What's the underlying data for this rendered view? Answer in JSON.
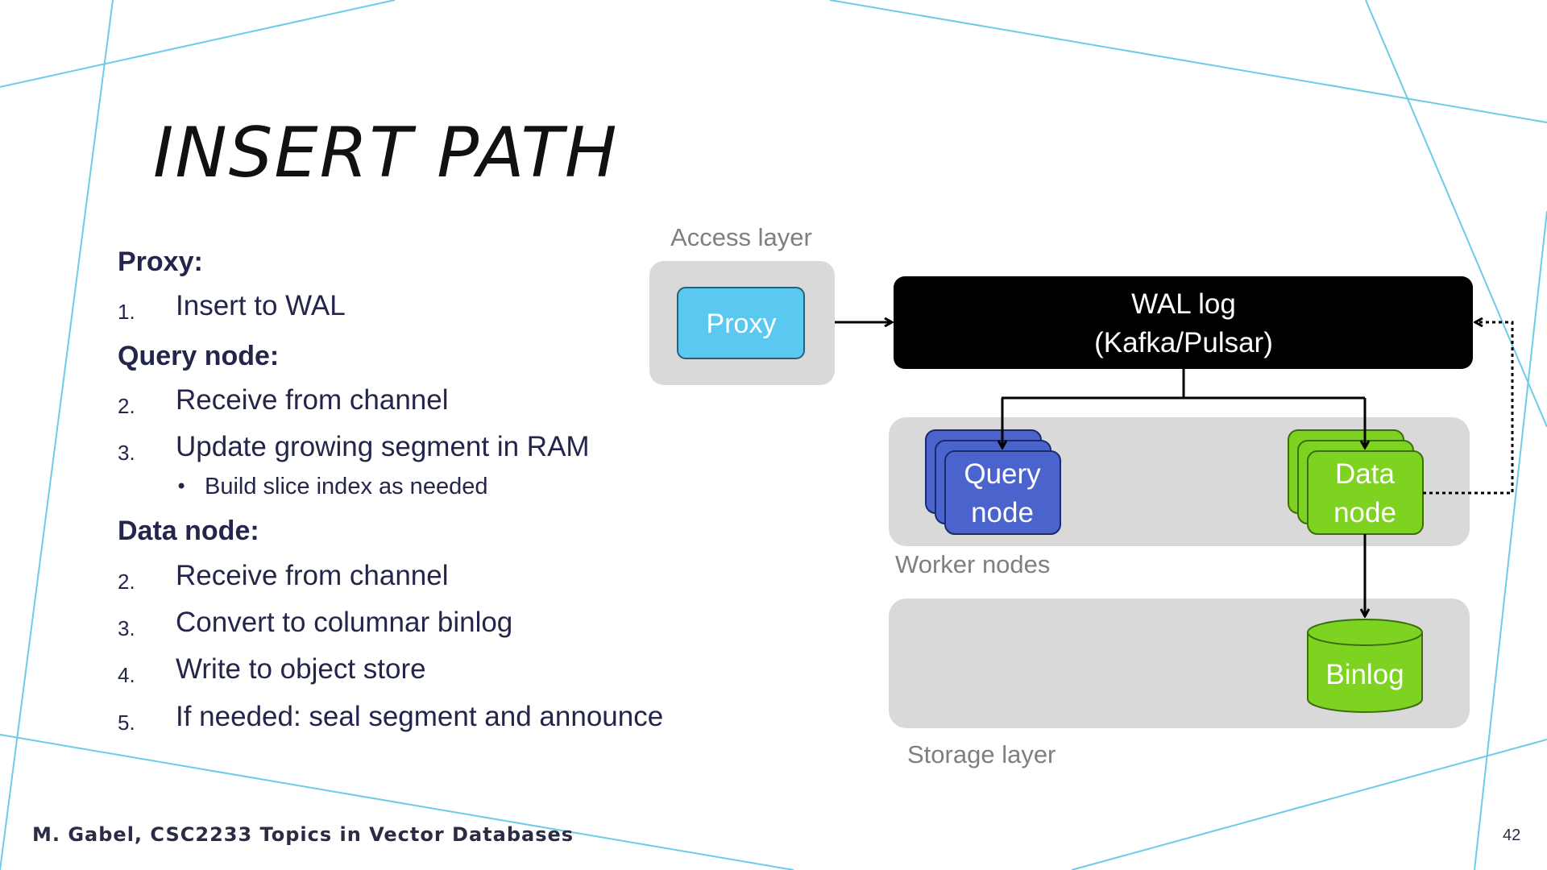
{
  "slide": {
    "title": "INSERT PATH",
    "footer": "M. Gabel, CSC2233 Topics in Vector Databases",
    "page_number": "42"
  },
  "notes": {
    "proxy_heading": "Proxy:",
    "proxy_steps": [
      {
        "num": "1.",
        "text": "Insert to WAL"
      }
    ],
    "query_heading": "Query node:",
    "query_steps": [
      {
        "num": "2.",
        "text": "Receive from channel"
      },
      {
        "num": "3.",
        "text": "Update growing segment in RAM"
      }
    ],
    "query_sub_bullet": "Build slice index as needed",
    "data_heading": "Data node:",
    "data_steps": [
      {
        "num": "2.",
        "text": "Receive from channel"
      },
      {
        "num": "3.",
        "text": "Convert to columnar binlog"
      },
      {
        "num": "4.",
        "text": "Write to object store"
      },
      {
        "num": "5.",
        "text": "If needed: seal segment and announce"
      }
    ]
  },
  "diagram": {
    "access_layer_label": "Access layer",
    "proxy_label": "Proxy",
    "wal_line1": "WAL log",
    "wal_line2": "(Kafka/Pulsar)",
    "query_line1": "Query",
    "query_line2": "node",
    "data_line1": "Data",
    "data_line2": "node",
    "worker_label": "Worker nodes",
    "binlog_label": "Binlog",
    "storage_label": "Storage layer"
  },
  "colors": {
    "decor_lines": "#6ccbe6",
    "layer_bg": "#d9d9d9",
    "layer_label": "#7f7f7f",
    "proxy_fill": "#5bc8f0",
    "wal_fill": "#000000",
    "query_fill": "#4b63cc",
    "data_fill": "#7ed321",
    "text_dark": "#23264a"
  }
}
